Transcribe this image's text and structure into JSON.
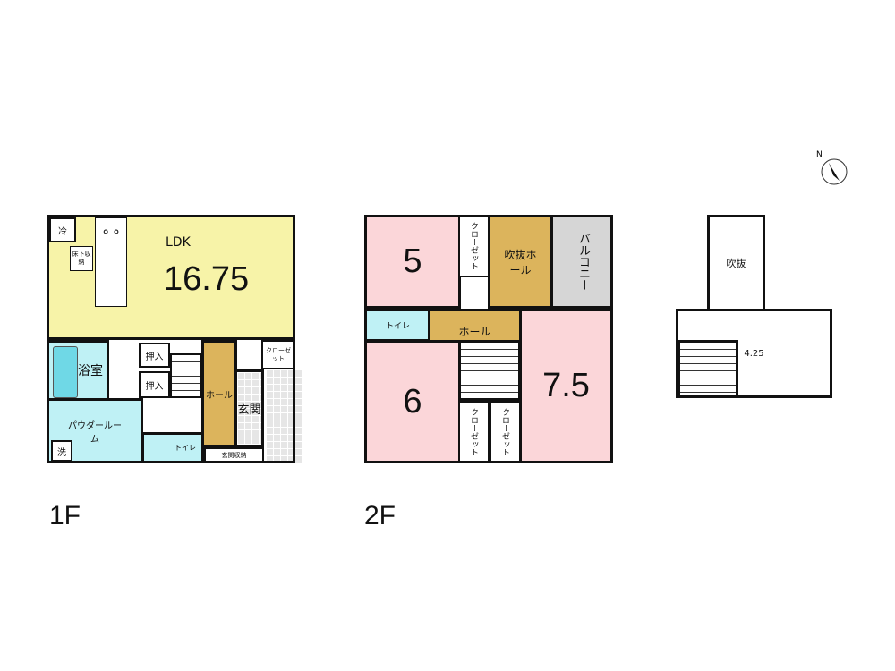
{
  "floors": {
    "f1": {
      "label": "1F",
      "ldk": "LDK",
      "ldk_size": "16.75",
      "fridge": "冷",
      "under_floor": "床下収納",
      "bath": "浴室",
      "powder": "パウダールーム",
      "washer": "洗",
      "oshiire1": "押入",
      "oshiire2": "押入",
      "hall": "ホール",
      "entrance": "玄関",
      "closet": "クローゼット",
      "toilet": "トイレ",
      "entrance_storage": "玄関収納"
    },
    "f2": {
      "label": "2F",
      "room5": "5",
      "room6": "6",
      "room75": "7.5",
      "closet1": "クローゼット",
      "closet2": "クローゼット",
      "closet3": "クローゼット",
      "void_hall": "吹抜ホール",
      "balcony": "バルコニー",
      "toilet": "トイレ",
      "hall": "ホール"
    },
    "f3": {
      "void": "吹抜",
      "loft_size": "4.25"
    }
  },
  "compass": {
    "label": "N"
  },
  "colors": {
    "ldk": "#f7f3a8",
    "bedroom": "#fbd6d9",
    "water": "#bff1f5",
    "hall": "#dcb45c",
    "balcony": "#d6d6d6"
  }
}
